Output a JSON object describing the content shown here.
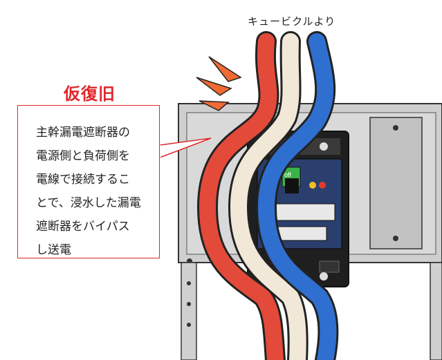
{
  "source_label": "キュービクルより",
  "title": "仮復旧",
  "callout_lines": [
    "主幹漏電遮断器の",
    "電源側と負荷側を",
    "電線で接続するこ",
    "とで、浸水した漏電",
    "遮断器をバイパス",
    "し送電"
  ],
  "colors": {
    "accent_red": "#e0262b",
    "cable_red": "#e34a3a",
    "cable_white": "#f1e8d8",
    "cable_blue": "#2f6fd0",
    "panel_gray": "#c8c8c8"
  },
  "breaker": {
    "switch_label": "off"
  }
}
